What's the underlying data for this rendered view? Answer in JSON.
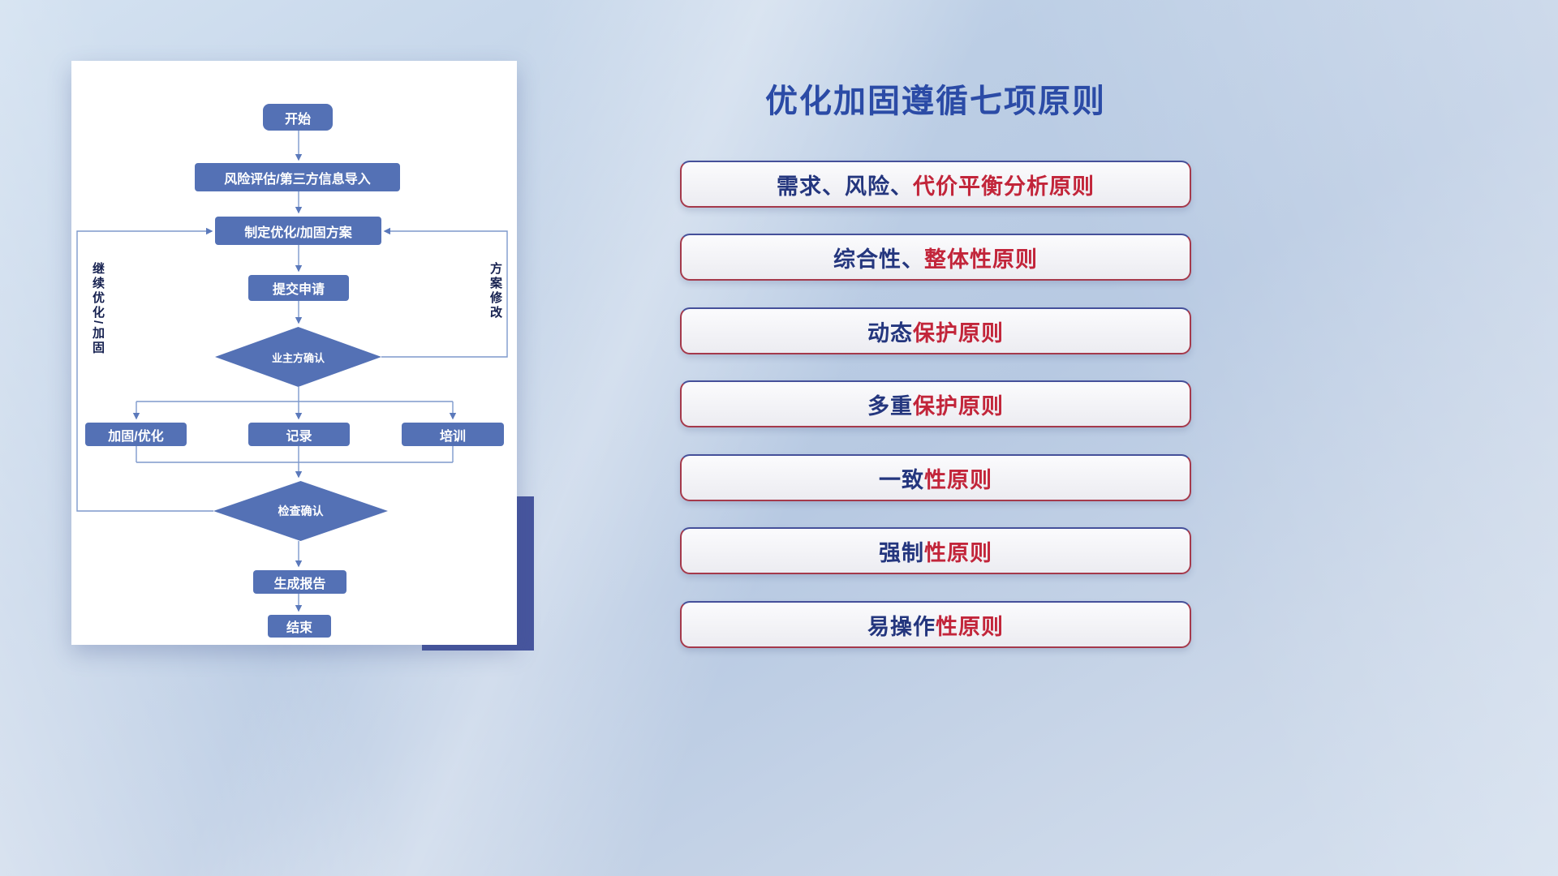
{
  "flowchart": {
    "nodes": {
      "start": "开始",
      "risk_import": "风险评估/第三方信息导入",
      "make_plan": "制定优化/加固方案",
      "submit": "提交申请",
      "owner_confirm": "业主方确认",
      "reinforce": "加固/优化",
      "record": "记录",
      "train": "培训",
      "check_confirm": "检查确认",
      "report": "生成报告",
      "end": "结束"
    },
    "side_labels": {
      "continue_optimize": "继续优化/加固",
      "plan_modify": "方案修改"
    }
  },
  "panel": {
    "title": "优化加固遵循七项原则",
    "principles": [
      {
        "blue": "需求、风险、",
        "red": "代价平衡分析原则"
      },
      {
        "blue": "综合性、",
        "red": "整体性原则"
      },
      {
        "blue": "动态",
        "red": "保护原则"
      },
      {
        "blue": "多重",
        "red": "保护原则"
      },
      {
        "blue": "一致",
        "red": "性原则"
      },
      {
        "blue": "强制",
        "red": "性原则"
      },
      {
        "blue": "易操作",
        "red": "性原则"
      }
    ]
  },
  "colors": {
    "title_blue": "#2b4ba6",
    "principle_blue": "#24367e",
    "principle_red": "#c2253a",
    "node_fill": "#5471b5",
    "connector_line": "#7e99cc",
    "box_border_red": "#a5394b",
    "box_border_blue": "#45509a",
    "back_block": "#47569e"
  }
}
